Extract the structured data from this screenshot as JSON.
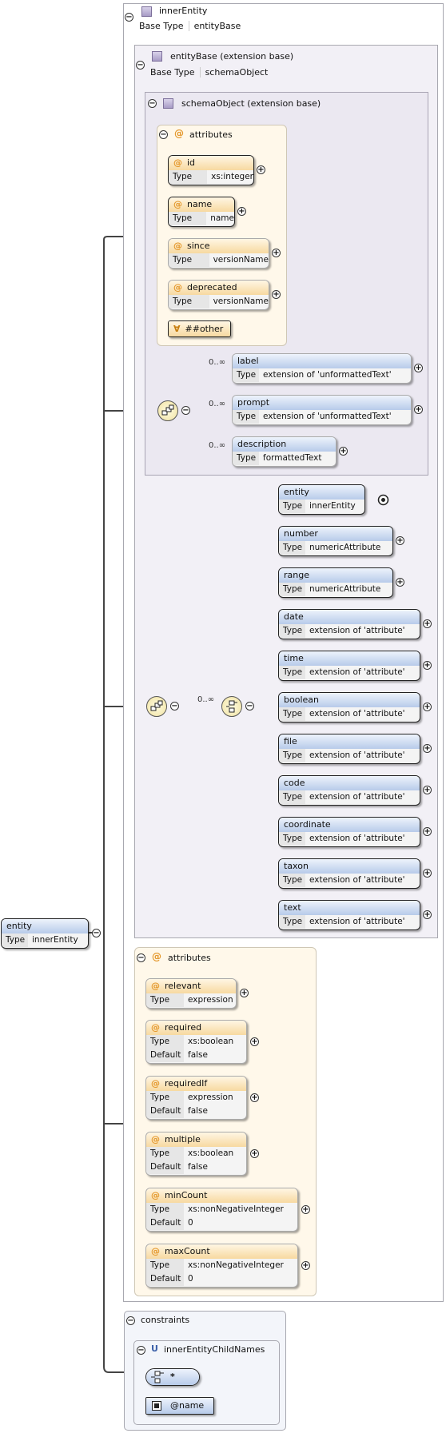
{
  "root": {
    "name": "entity",
    "type_label": "Type",
    "type_value": "innerEntity"
  },
  "inner_entity": {
    "title": "innerEntity",
    "base_label": "Base Type",
    "base_value": "entityBase"
  },
  "entity_base": {
    "title": "entityBase (extension base)",
    "base_label": "Base Type",
    "base_value": "schemaObject"
  },
  "schema_object": {
    "title": "schemaObject (extension base)"
  },
  "attributes_group_1": {
    "title": "attributes",
    "items": [
      {
        "name": "id",
        "type": "xs:integer"
      },
      {
        "name": "name",
        "type": "name"
      },
      {
        "name": "since",
        "type": "versionName"
      },
      {
        "name": "deprecated",
        "type": "versionName"
      }
    ],
    "other": "##other"
  },
  "sequence_1": {
    "elements": [
      {
        "card": "0..∞",
        "name": "label",
        "type": "extension of 'unformattedText'"
      },
      {
        "card": "0..∞",
        "name": "prompt",
        "type": "extension of 'unformattedText'"
      },
      {
        "card": "0..∞",
        "name": "description",
        "type": "formattedText"
      }
    ]
  },
  "choice": {
    "card": "0..∞",
    "elements": [
      {
        "name": "entity",
        "type": "innerEntity"
      },
      {
        "name": "number",
        "type": "numericAttribute"
      },
      {
        "name": "range",
        "type": "numericAttribute"
      },
      {
        "name": "date",
        "type": "extension of 'attribute'"
      },
      {
        "name": "time",
        "type": "extension of 'attribute'"
      },
      {
        "name": "boolean",
        "type": "extension of 'attribute'"
      },
      {
        "name": "file",
        "type": "extension of 'attribute'"
      },
      {
        "name": "code",
        "type": "extension of 'attribute'"
      },
      {
        "name": "coordinate",
        "type": "extension of 'attribute'"
      },
      {
        "name": "taxon",
        "type": "extension of 'attribute'"
      },
      {
        "name": "text",
        "type": "extension of 'attribute'"
      }
    ]
  },
  "attributes_group_2": {
    "title": "attributes",
    "items": [
      {
        "name": "relevant",
        "type": "expression"
      },
      {
        "name": "required",
        "type": "xs:boolean",
        "default": "false"
      },
      {
        "name": "requiredIf",
        "type": "expression",
        "default": "false"
      },
      {
        "name": "multiple",
        "type": "xs:boolean",
        "default": "false"
      },
      {
        "name": "minCount",
        "type": "xs:nonNegativeInteger",
        "default": "0"
      },
      {
        "name": "maxCount",
        "type": "xs:nonNegativeInteger",
        "default": "0"
      }
    ]
  },
  "labels": {
    "type": "Type",
    "default": "Default",
    "at": "@",
    "any": "∀"
  },
  "constraints": {
    "title": "constraints",
    "unique_badge": "U",
    "unique_name": "innerEntityChildNames",
    "selector": "*",
    "field": "@name"
  },
  "colors": {
    "line": "#444444",
    "element_head": "#b7cbea",
    "attribute_head": "#f7d9a0",
    "panel": "#f2f0f6"
  }
}
